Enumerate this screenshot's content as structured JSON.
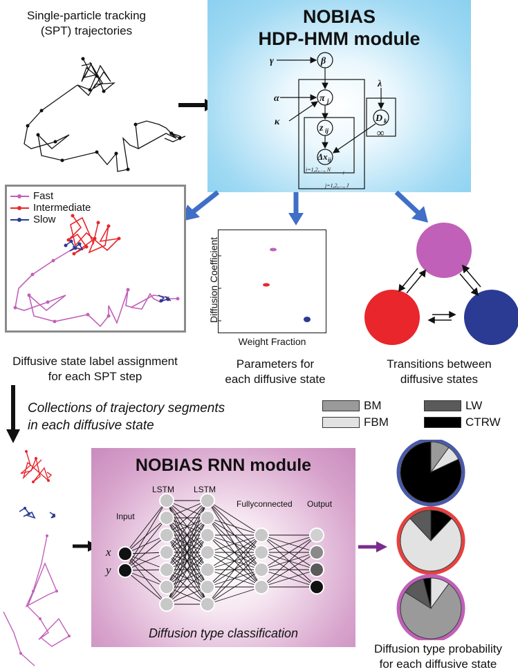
{
  "top_left_caption": [
    "Single-particle tracking",
    "(SPT) trajectories"
  ],
  "hdp_title": [
    "NOBIAS",
    "HDP-HMM module"
  ],
  "graphical_model": {
    "gamma": "γ",
    "beta": "β",
    "alpha": "α",
    "kappa": "κ",
    "pi": "π",
    "pi_sub": "j",
    "lambda": "λ",
    "D": "D",
    "D_sub": "k",
    "infinity": "∞",
    "z": "z",
    "z_sub": "ij",
    "dx": "Δx",
    "dx_sub": "ij",
    "plate_i": "i=1,2,…, N",
    "plate_i_sub": "j",
    "plate_j": "j=1,2,…, J"
  },
  "legend": {
    "items": [
      "Fast",
      "Intermediate",
      "Slow"
    ]
  },
  "colors": {
    "fast": "#c060b8",
    "intermediate": "#e8262b",
    "slow": "#2b3a92",
    "hdp_bg": "#8fd2f1",
    "rnn_bg": "#cc91c1",
    "arrow_blue": "#3f6fc7",
    "arrow_purple": "#7a2c8e"
  },
  "scatter_plot": {
    "ylabel": "Diffusion Coefficient",
    "xlabel": "Weight Fraction"
  },
  "captions": {
    "state_label": [
      "Diffusive state label assignment",
      "for each SPT step"
    ],
    "parameters": [
      "Parameters for",
      "each diffusive state"
    ],
    "transitions": [
      "Transitions between",
      "diffusive states"
    ],
    "collections": [
      "Collections of trajectory segments",
      "in each diffusive state"
    ],
    "pie_caption": [
      "Diffusion type probability",
      "for each diffusive state"
    ]
  },
  "type_legend": [
    {
      "label": "BM",
      "color": "#9a9a9a"
    },
    {
      "label": "LW",
      "color": "#5a5a5a"
    },
    {
      "label": "FBM",
      "color": "#e2e2e2"
    },
    {
      "label": "CTRW",
      "color": "#000000"
    }
  ],
  "rnn": {
    "title": "NOBIAS RNN module",
    "layers": [
      "Input",
      "LSTM",
      "LSTM",
      "Fullyconnected",
      "Output"
    ],
    "inputs": [
      "x",
      "y"
    ],
    "footer": "Diffusion type classification"
  },
  "pie_charts": [
    {
      "state": "Slow",
      "ring": "#4a5aa8",
      "slices": [
        {
          "type": "BM",
          "fraction": 0.1
        },
        {
          "type": "FBM",
          "fraction": 0.08
        },
        {
          "type": "CTRW",
          "fraction": 0.82
        }
      ]
    },
    {
      "state": "Intermediate",
      "ring": "#e8403f",
      "slices": [
        {
          "type": "CTRW",
          "fraction": 0.12
        },
        {
          "type": "FBM",
          "fraction": 0.76
        },
        {
          "type": "LW",
          "fraction": 0.12
        }
      ]
    },
    {
      "state": "Fast",
      "ring": "#c060b8",
      "slices": [
        {
          "type": "FBM",
          "fraction": 0.1
        },
        {
          "type": "BM",
          "fraction": 0.74
        },
        {
          "type": "LW",
          "fraction": 0.12
        },
        {
          "type": "CTRW",
          "fraction": 0.04
        }
      ]
    }
  ]
}
